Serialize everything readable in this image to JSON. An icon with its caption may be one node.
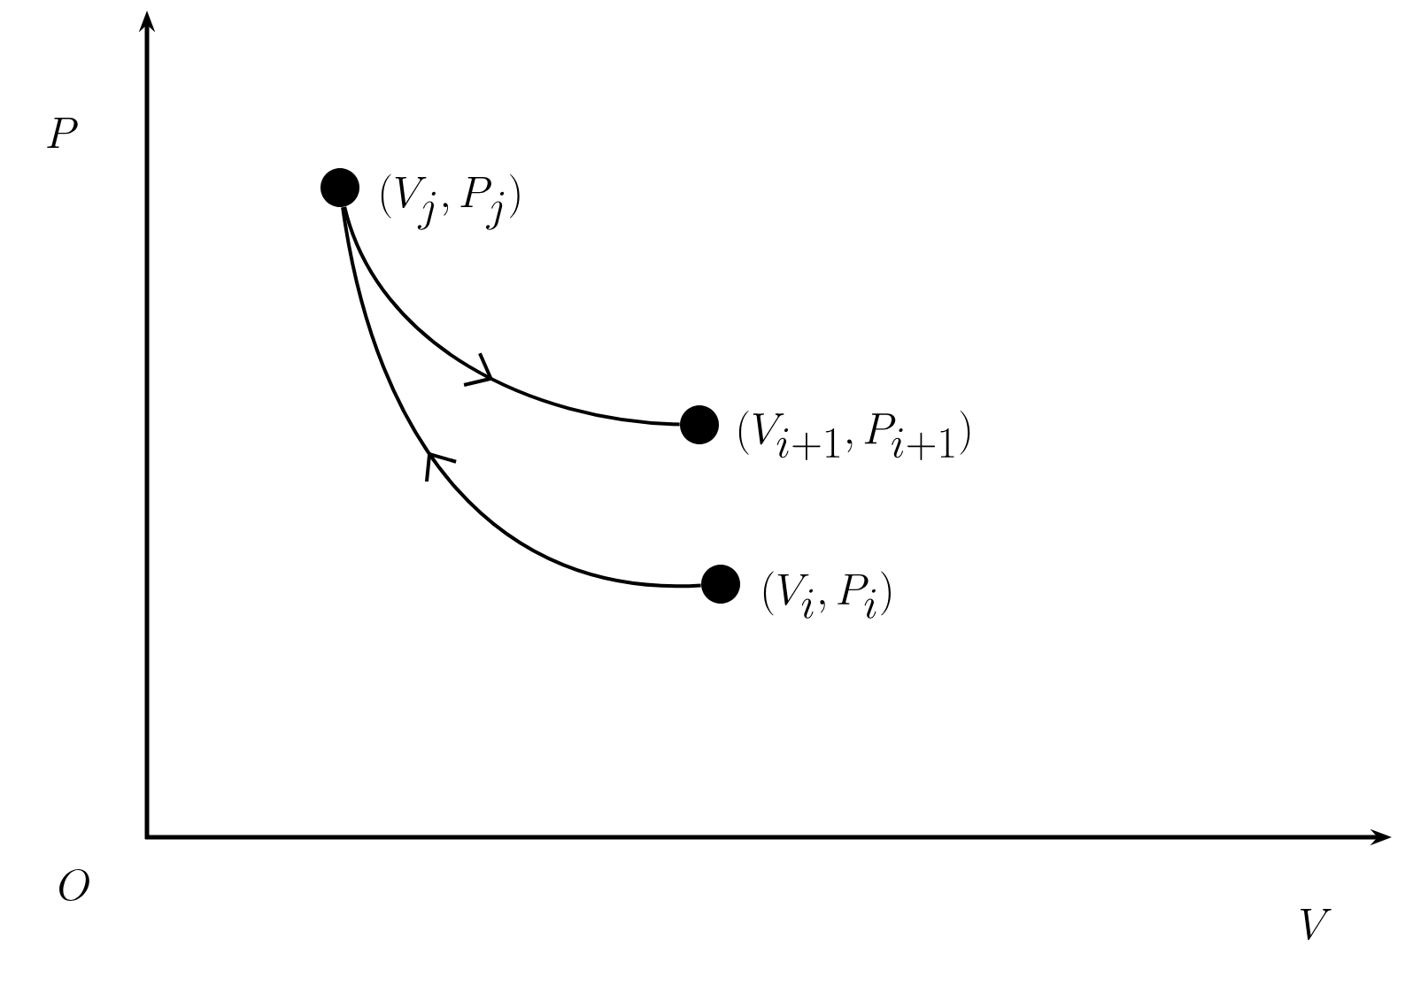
{
  "diagram": {
    "nodes": [
      {
        "text": [],
        "shape": "circle",
        "beside": [
          "(V_j, P_j)"
        ]
      },
      {
        "text": [],
        "shape": "circle",
        "beside": [
          "(V_{i+1}, P_{i+1})"
        ]
      },
      {
        "text": [],
        "shape": "circle",
        "beside": [
          "(V_i, P_i)"
        ]
      }
    ],
    "edges": [
      {
        "from": 0,
        "to": 1,
        "arrow": "to"
      },
      {
        "from": 2,
        "to": 0,
        "arrow": "to"
      }
    ],
    "labels": [
      "P",
      "O",
      "V"
    ]
  }
}
